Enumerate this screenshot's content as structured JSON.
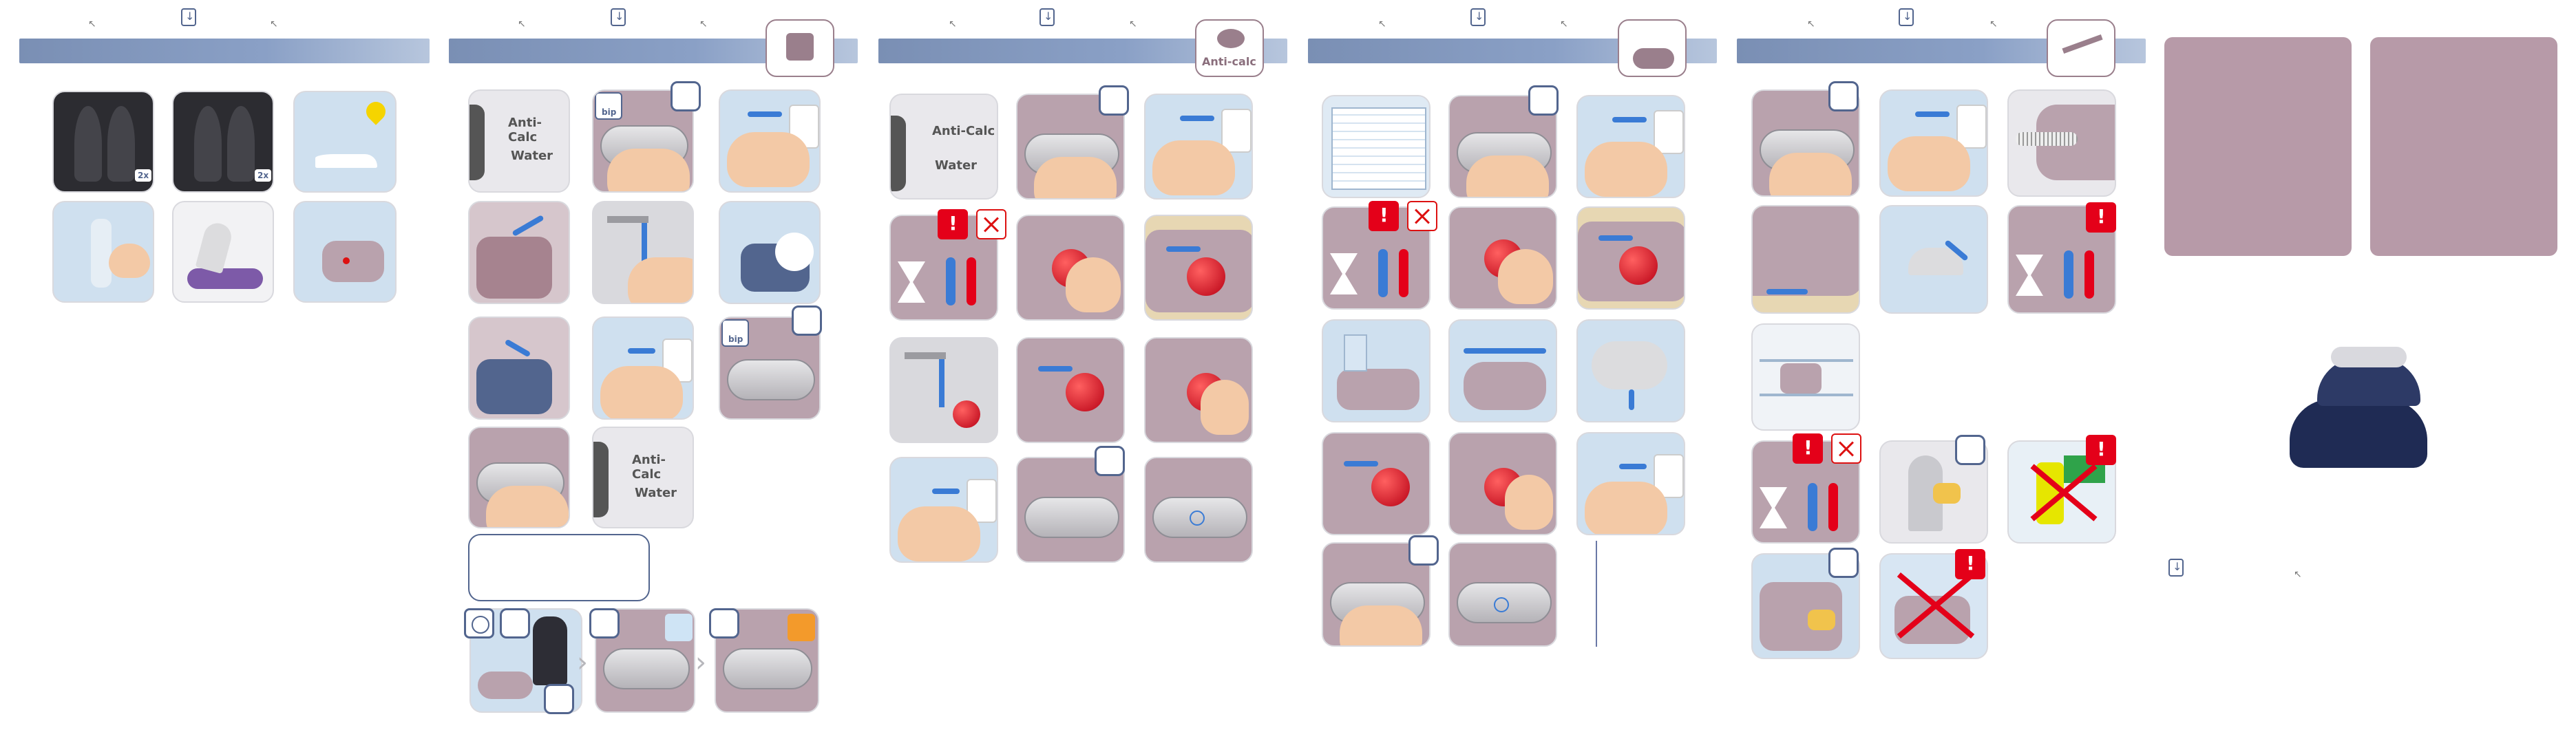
{
  "badges": {
    "bip": "bip",
    "x2": "2x"
  },
  "labels": {
    "anti_calc": "Anti-Calc",
    "anti_calc_lower": "Anti-calc",
    "water": "Water"
  },
  "icons": {
    "download": "download-icon",
    "cursor": "cursor-icon",
    "warning": "warning-icon",
    "no": "prohibited-icon",
    "hourglass": "hourglass-icon",
    "thermometer": "thermometer-icon",
    "plug": "plug-icon",
    "arrow": "arrow-icon"
  },
  "colors": {
    "header_start": "#7a8fb4",
    "header_end": "#b7c6dd",
    "tile_mauve": "#b9a2ad",
    "warning_red": "#e40019",
    "knob_red": "#b70014",
    "accent_blue": "#3a7bd5",
    "station_navy": "#1f2b54",
    "pink_card": "#b79aa8"
  }
}
